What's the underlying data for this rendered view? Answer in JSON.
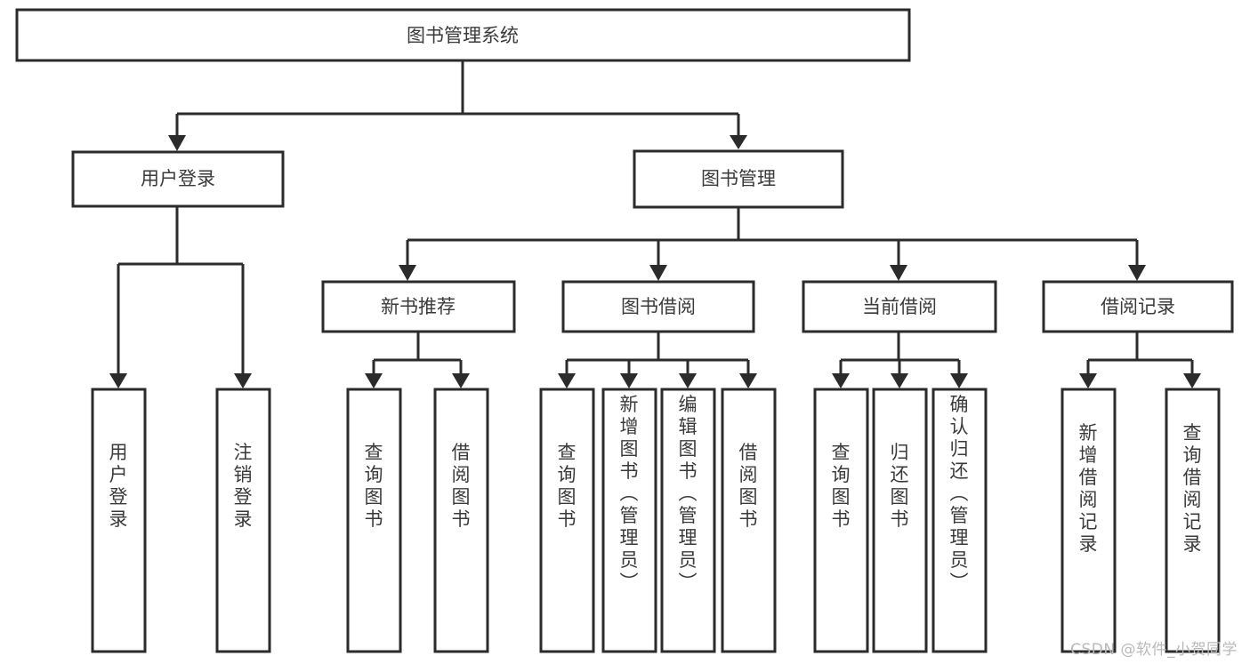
{
  "diagram": {
    "title": "图书管理系统",
    "type": "hierarchy-tree",
    "watermark": "CSDN @软件_小贺同学",
    "colors": {
      "stroke": "#2b2b2b",
      "box_fill": "#ffffff",
      "text": "#3a3a3a",
      "background": "#ffffff",
      "watermark": "#b9b9b9"
    },
    "levels": {
      "root": "图书管理系统",
      "level1": [
        "用户登录",
        "图书管理"
      ],
      "level2": [
        "新书推荐",
        "图书借阅",
        "当前借阅",
        "借阅记录"
      ],
      "level3": [
        "用户登录",
        "注销登录",
        "查询图书",
        "借阅图书",
        "查询图书",
        "新增图书（管理员）",
        "编辑图书（管理员）",
        "借阅图书",
        "查询图书",
        "归还图书",
        "确认归还（管理员）",
        "新增借阅记录",
        "查询借阅记录"
      ]
    },
    "nodes": {
      "root": {
        "label": "图书管理系统"
      },
      "user_login": {
        "label": "用户登录"
      },
      "book_mgmt": {
        "label": "图书管理"
      },
      "new_book_rec": {
        "label": "新书推荐"
      },
      "book_borrow": {
        "label": "图书借阅"
      },
      "current_borrow": {
        "label": "当前借阅"
      },
      "borrow_record": {
        "label": "借阅记录"
      },
      "leaf_user_login": {
        "label": "用户登录"
      },
      "leaf_logout": {
        "label": "注销登录"
      },
      "leaf_query_book_1": {
        "label": "查询图书"
      },
      "leaf_borrow_book_1": {
        "label": "借阅图书"
      },
      "leaf_query_book_2": {
        "label": "查询图书"
      },
      "leaf_add_book": {
        "label": "新增图书（管理员）"
      },
      "leaf_edit_book": {
        "label": "编辑图书（管理员）"
      },
      "leaf_borrow_book_2": {
        "label": "借阅图书"
      },
      "leaf_query_book_3": {
        "label": "查询图书"
      },
      "leaf_return_book": {
        "label": "归还图书"
      },
      "leaf_confirm_return": {
        "label": "确认归还（管理员）"
      },
      "leaf_add_record": {
        "label": "新增借阅记录"
      },
      "leaf_query_record": {
        "label": "查询借阅记录"
      }
    }
  }
}
